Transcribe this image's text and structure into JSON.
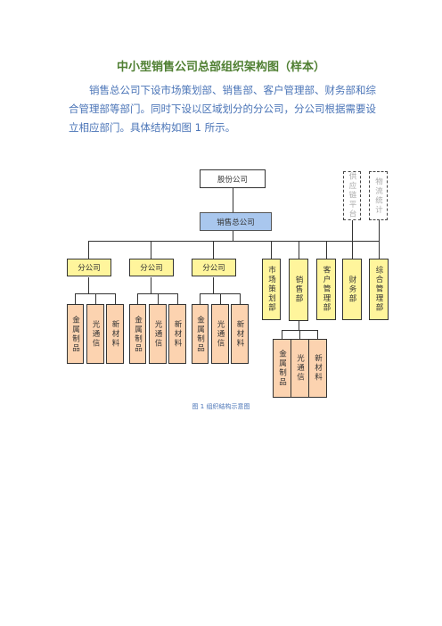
{
  "title": "中小型销售公司总部组织架构图（样本）",
  "paragraph": "销售总公司下设市场策划部、销售部、客户管理部、财务部和综合管理部等部门。同时下设以区域划分的分公司，分公司根据需要设立相应部门。具体结构如图 1 所示。",
  "chart": {
    "top_company": "股份公司",
    "sales_hq": "销售总公司",
    "dashed_boxes": [
      "供应链平台",
      "物流统计"
    ],
    "branches": [
      "分公司",
      "分公司",
      "分公司"
    ],
    "departments": [
      "市场策划部",
      "销售部",
      "客户管理部",
      "财务部",
      "综合管理部"
    ],
    "product_lines": [
      "金属制品",
      "光通信",
      "新材料"
    ],
    "colors": {
      "hq": "#a9c7ee",
      "department": "#fff59c",
      "product": "#fcd3b0",
      "title": "#4f7f32",
      "text": "#4a74b7"
    }
  },
  "caption": "图 1 组织结构示意图"
}
